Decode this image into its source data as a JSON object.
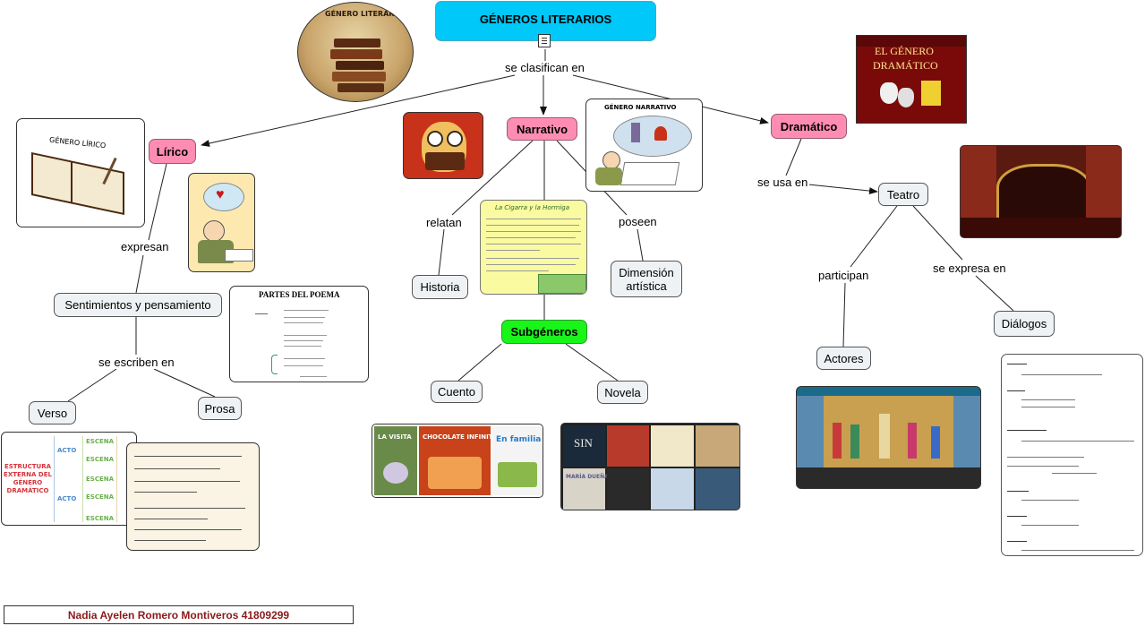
{
  "map": {
    "root": "GÉNEROS LITERARIOS",
    "link_clasifican": "se clasifican en",
    "lirico": "Lírico",
    "narrativo": "Narrativo",
    "dramatico": "Dramático",
    "link_expresan": "expresan",
    "sentimientos": "Sentimientos y pensamiento",
    "link_escriben": "se escriben en",
    "verso": "Verso",
    "prosa": "Prosa",
    "link_relatan": "relatan",
    "historia": "Historia",
    "link_poseen": "poseen",
    "dimension": "Dimensión artística",
    "subgeneros": "Subgéneros",
    "cuento": "Cuento",
    "novela": "Novela",
    "link_usa": "se usa en",
    "teatro": "Teatro",
    "link_participan": "participan",
    "actores": "Actores",
    "link_expresa": "se expresa en",
    "dialogos": "Diálogos"
  },
  "images": {
    "books_caption": "GÉNERO LITERARIO",
    "lirico_caption": "GÉNERO LÍRICO",
    "narrativo_caption": "GÉNERO NARRATIVO",
    "dramatico_caption_1": "EL GÉNERO",
    "dramatico_caption_2": "DRAMÁTICO",
    "poema_caption": "PARTES DEL POEMA",
    "fabula_title": "La Cigarra y la Hormiga",
    "cuento_cover_1": "LA VISITA",
    "cuento_cover_2": "CHOCOLATE INFINITO",
    "cuento_cover_3": "En familia",
    "novela_cover_1": "SIN",
    "novela_cover_2": "MARÍA DUEÑAS",
    "estructura_title": "ESTRUCTURA EXTERNA DEL GÉNERO DRAMÁTICO",
    "acto": "ACTO",
    "escena": "ESCENA"
  },
  "footer": {
    "author": "Nadia Ayelen Romero Montiveros 41809299"
  },
  "colors": {
    "root": "#00c8f8",
    "genre": "#ff8db3",
    "subgenre": "#19f419",
    "concept": "#eef2f4"
  }
}
